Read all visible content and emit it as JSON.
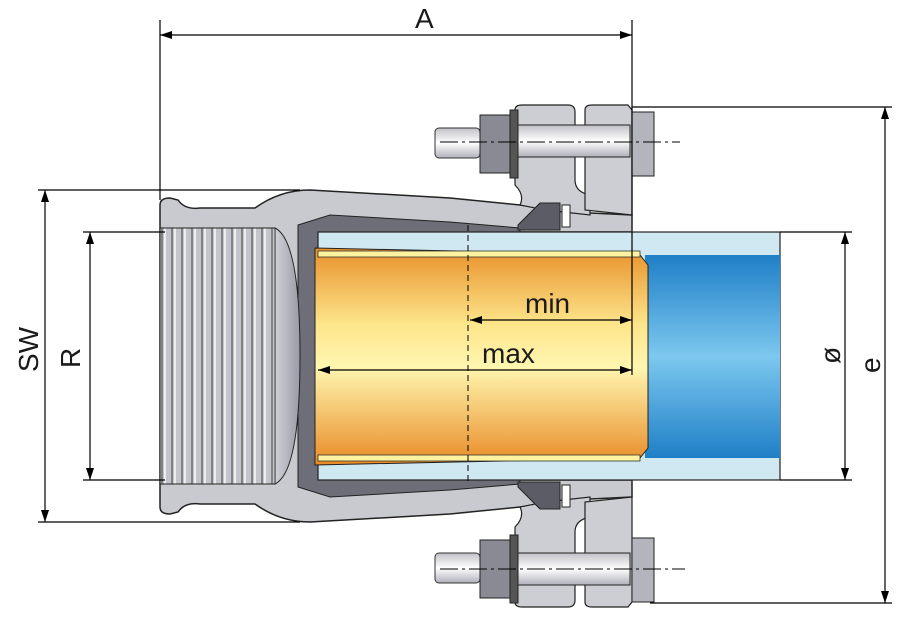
{
  "diagram": {
    "labels": {
      "length_A": "A",
      "wrench_size": "SW",
      "thread": "R",
      "insertion_min": "min",
      "insertion_max": "max",
      "pipe_diameter": "ø",
      "flange_e": "e"
    },
    "colors": {
      "body_metal": "#c8c8ce",
      "pipe_outer_light_blue": "#cfe8f2",
      "pipe_blue": "#2e8fd0",
      "insert_orange": "#f0a030",
      "insert_yellow": "#fff0a0"
    }
  }
}
